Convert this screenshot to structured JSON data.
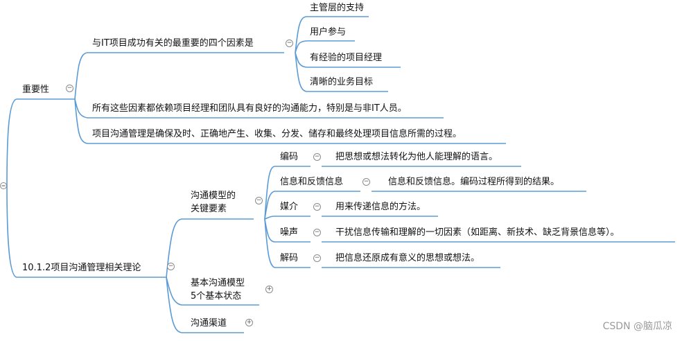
{
  "mindmap": {
    "branch_importance": {
      "label": "重要性",
      "factors_title": "与IT项目成功有关的最重要的四个因素是",
      "factors": [
        "主管层的支持",
        "用户参与",
        "有经验的项目经理",
        "清晰的业务目标"
      ],
      "dependency": "所有这些因素都依赖项目经理和团队具有良好的沟通能力，特别是与非IT人员。",
      "definition": "项目沟通管理是确保及时、正确地产生、收集、分发、储存和最终处理项目信息所需的过程。"
    },
    "branch_theory": {
      "label": "10.1.2项目沟通管理相关理论",
      "key_elements_line1": "沟通模型的",
      "key_elements_line2": "关键要素",
      "elements": [
        {
          "name": "编码",
          "desc": "把思想或想法转化为他人能理解的语言。"
        },
        {
          "name": "信息和反馈信息",
          "desc": "信息和反馈信息。编码过程所得到的结果。"
        },
        {
          "name": "媒介",
          "desc": "用来传递信息的方法。"
        },
        {
          "name": "噪声",
          "desc": "干扰信息传输和理解的一切因素（如距离、新技术、缺乏背景信息等）。"
        },
        {
          "name": "解码",
          "desc": "把信息还原成有意义的思想或想法。"
        }
      ],
      "basic_model_line1": "基本沟通模型",
      "basic_model_line2": "5个基本状态",
      "channels": "沟通渠道"
    },
    "watermark": "CSDN @脑瓜凉"
  }
}
